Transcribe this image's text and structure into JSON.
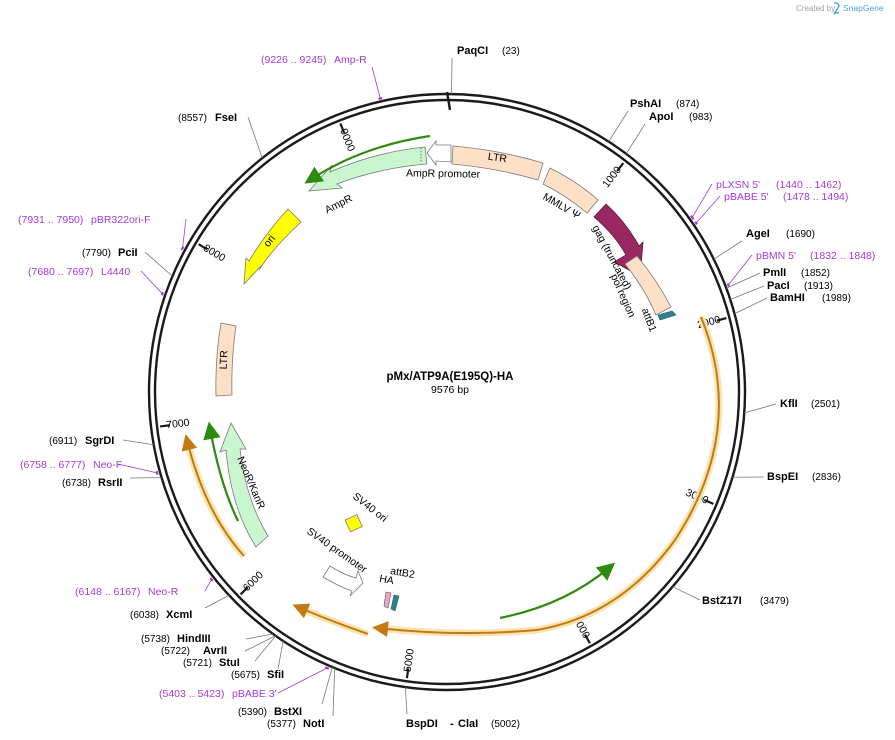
{
  "header": {
    "created_by": "Created by",
    "brand": "SnapGene"
  },
  "plasmid": {
    "name": "pMx/ATP9A(E195Q)-HA",
    "size": "9576 bp",
    "length": 9576
  },
  "ticks": [
    {
      "bp": 1000,
      "label": "1000"
    },
    {
      "bp": 2000,
      "label": "2000"
    },
    {
      "bp": 3000,
      "label": "3000"
    },
    {
      "bp": 4000,
      "label": "4000"
    },
    {
      "bp": 5000,
      "label": "5000"
    },
    {
      "bp": 6000,
      "label": "6000"
    },
    {
      "bp": 7000,
      "label": "7000"
    },
    {
      "bp": 8000,
      "label": "8000"
    },
    {
      "bp": 9000,
      "label": "9000"
    }
  ],
  "enzymes": [
    {
      "name": "PaqCI",
      "pos": "(23)"
    },
    {
      "name": "PshAI",
      "pos": "(874)"
    },
    {
      "name": "ApoI",
      "pos": "(983)"
    },
    {
      "name": "AgeI",
      "pos": "(1690)"
    },
    {
      "name": "PmlI",
      "pos": "(1852)"
    },
    {
      "name": "PacI",
      "pos": "(1913)"
    },
    {
      "name": "BamHI",
      "pos": "(1989)"
    },
    {
      "name": "KflI",
      "pos": "(2501)"
    },
    {
      "name": "BspEI",
      "pos": "(2836)"
    },
    {
      "name": "BstZ17I",
      "pos": "(3479)"
    },
    {
      "name": "BspDI",
      "pos": "(5002)"
    },
    {
      "name": "ClaI",
      "pos": "(5002)"
    },
    {
      "name": "NotI",
      "pos": "(5377)"
    },
    {
      "name": "BstXI",
      "pos": "(5390)"
    },
    {
      "name": "SfiI",
      "pos": "(5675)"
    },
    {
      "name": "StuI",
      "pos": "(5721)"
    },
    {
      "name": "AvrII",
      "pos": "(5722)"
    },
    {
      "name": "HindIII",
      "pos": "(5738)"
    },
    {
      "name": "XcmI",
      "pos": "(6038)"
    },
    {
      "name": "RsrII",
      "pos": "(6738)"
    },
    {
      "name": "SgrDI",
      "pos": "(6911)"
    },
    {
      "name": "PciI",
      "pos": "(7790)"
    },
    {
      "name": "FseI",
      "pos": "(8557)"
    }
  ],
  "primers": [
    {
      "name": "Amp-R",
      "range": "(9226 .. 9245)"
    },
    {
      "name": "pLXSN 5'",
      "range": "(1440 .. 1462)"
    },
    {
      "name": "pBABE 5'",
      "range": "(1478 .. 1494)"
    },
    {
      "name": "pBMN 5'",
      "range": "(1832 .. 1848)"
    },
    {
      "name": "pBR322ori-F",
      "range": "(7931 .. 7950)"
    },
    {
      "name": "L4440",
      "range": "(7680 .. 7697)"
    },
    {
      "name": "Neo-F",
      "range": "(6758 .. 6777)"
    },
    {
      "name": "Neo-R",
      "range": "(6148 .. 6167)"
    },
    {
      "name": "pBABE 3'",
      "range": "(5403 .. 5423)"
    }
  ],
  "features": [
    {
      "label": "LTR"
    },
    {
      "label": "AmpR promoter"
    },
    {
      "label": "AmpR"
    },
    {
      "label": "ori"
    },
    {
      "label": "LTR"
    },
    {
      "label": "MMLV Ψ"
    },
    {
      "label": "gag (truncated)"
    },
    {
      "label": "pol region"
    },
    {
      "label": "attB1"
    },
    {
      "label": "NeoR/KanR"
    },
    {
      "label": "SV40 ori"
    },
    {
      "label": "SV40 promoter"
    },
    {
      "label": "HA"
    },
    {
      "label": "attB2"
    }
  ],
  "colors": {
    "backbone": "#1a1a1a",
    "primer": "#a63ad6",
    "ltr_fill": "#fde0c6",
    "ampr_fill": "#c9f5cf",
    "ori_fill": "#ffff00",
    "gag_fill": "#98285f",
    "orf_line": "#c27b12",
    "orf_glow": "#fbe3b0",
    "green_arrow": "#2f8a10",
    "attb_fill": "#2f7f8f"
  }
}
